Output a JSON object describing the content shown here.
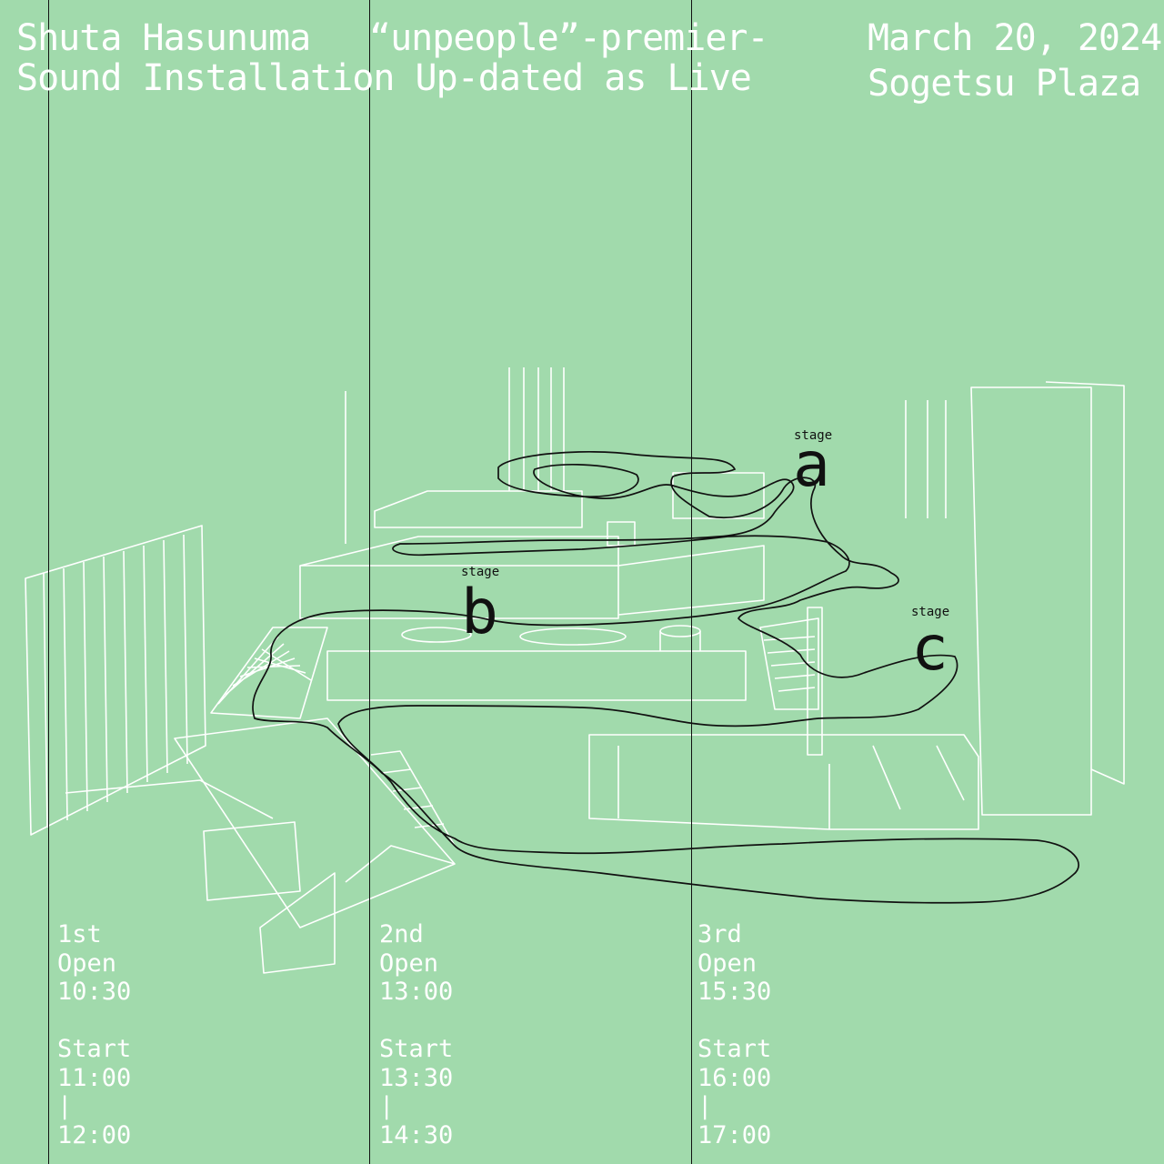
{
  "header": {
    "artist": "Shuta Hasunuma",
    "work_title": "“unpeople”-premier-",
    "subtitle": "Sound Installation Up-dated as Live",
    "date": "March 20, 2024",
    "venue": "Sogetsu Plaza"
  },
  "stages": [
    {
      "label": "stage",
      "letter": "a"
    },
    {
      "label": "stage",
      "letter": "b"
    },
    {
      "label": "stage",
      "letter": "c"
    }
  ],
  "sessions": [
    {
      "ordinal": "1st",
      "open_label": "Open",
      "open_time": "10:30",
      "start_label": "Start",
      "start_time": "11:00",
      "separator": "|",
      "end_time": "12:00"
    },
    {
      "ordinal": "2nd",
      "open_label": "Open",
      "open_time": "13:00",
      "start_label": "Start",
      "start_time": "13:30",
      "separator": "|",
      "end_time": "14:30"
    },
    {
      "ordinal": "3rd",
      "open_label": "Open",
      "open_time": "15:30",
      "start_label": "Start",
      "start_time": "16:00",
      "separator": "|",
      "end_time": "17:00"
    }
  ],
  "colors": {
    "background": "#a1daac",
    "line_art": "#ffffff",
    "path": "#111111"
  }
}
